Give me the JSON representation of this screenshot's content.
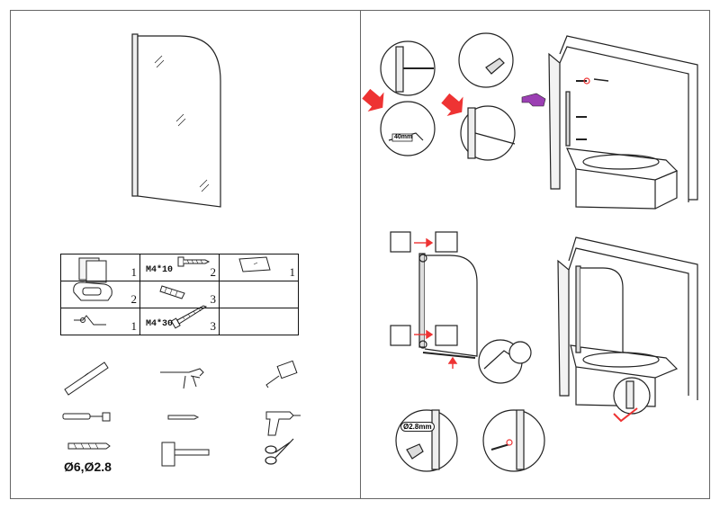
{
  "parts_table": {
    "rows": [
      [
        {
          "icon": "bracket",
          "label": "",
          "qty": "1"
        },
        {
          "icon": "screw-short",
          "label": "M4*10",
          "qty": "2"
        },
        {
          "icon": "seal-strip",
          "label": "",
          "qty": "1"
        }
      ],
      [
        {
          "icon": "end-cap",
          "label": "",
          "qty": "2"
        },
        {
          "icon": "wall-plug",
          "label": "",
          "qty": "3"
        },
        {
          "icon": "",
          "label": "",
          "qty": ""
        }
      ],
      [
        {
          "icon": "allen-key",
          "label": "",
          "qty": "1"
        },
        {
          "icon": "screw-long",
          "label": "M4*30",
          "qty": "3"
        },
        {
          "icon": "",
          "label": "",
          "qty": ""
        }
      ]
    ]
  },
  "tools": {
    "drill_bits_label": "Ø6,Ø2.8"
  },
  "steps": {
    "drill_size_label": "40mm",
    "drill_callout_label": "Ø2.8mm"
  }
}
